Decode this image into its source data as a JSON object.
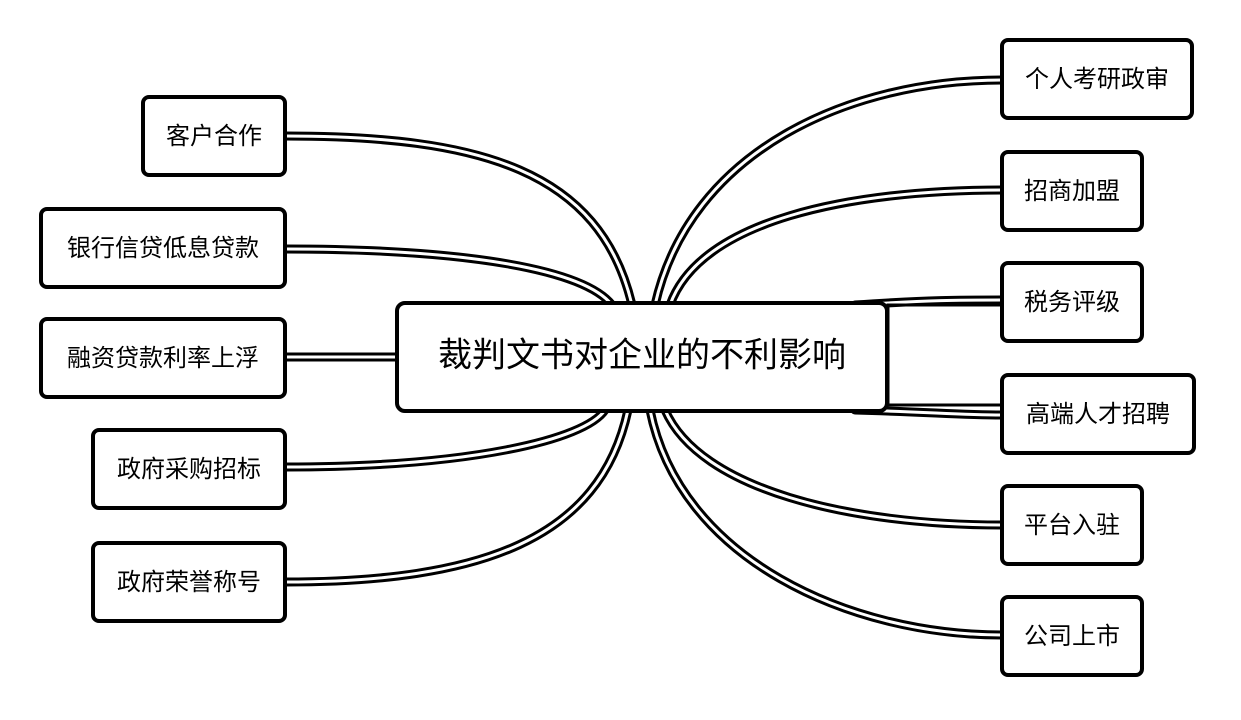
{
  "diagram": {
    "center": {
      "label": "裁判文书对企业的不利影响"
    },
    "left_nodes": [
      {
        "label": "客户合作"
      },
      {
        "label": "银行信贷低息贷款"
      },
      {
        "label": "融资贷款利率上浮"
      },
      {
        "label": "政府采购招标"
      },
      {
        "label": "政府荣誉称号"
      }
    ],
    "right_nodes": [
      {
        "label": "个人考研政审"
      },
      {
        "label": "招商加盟"
      },
      {
        "label": "税务评级"
      },
      {
        "label": "高端人才招聘"
      },
      {
        "label": "平台入驻"
      },
      {
        "label": "公司上市"
      }
    ]
  }
}
